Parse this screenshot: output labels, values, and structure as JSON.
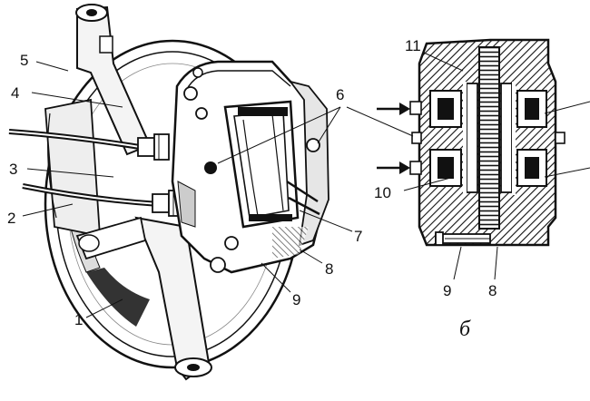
{
  "callouts": {
    "n1": "1",
    "n2": "2",
    "n3": "3",
    "n4": "4",
    "n5": "5",
    "n6": "6",
    "n7": "7",
    "n8": "8",
    "n9": "9",
    "n8b": "8",
    "n9b": "9",
    "n10": "10",
    "n11": "11"
  },
  "section_label": "б",
  "colors": {
    "ink": "#111111",
    "paper": "#ffffff",
    "hatch": "#2a2a2a"
  }
}
